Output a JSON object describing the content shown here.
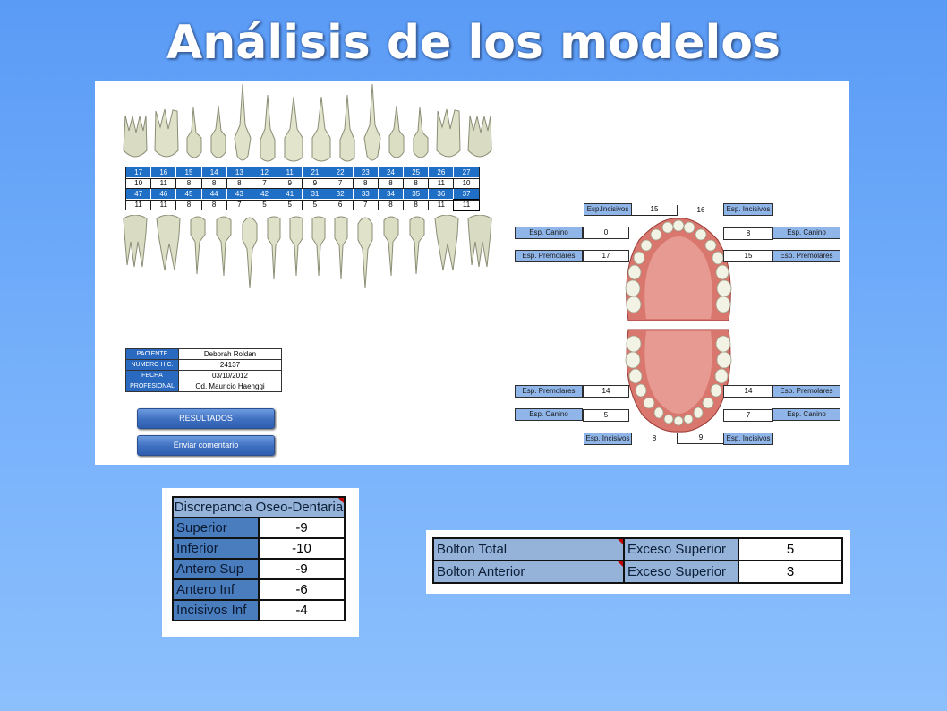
{
  "title": "Análisis de los modelos",
  "teeth_grid": {
    "upper_numbers": [
      "17",
      "16",
      "15",
      "14",
      "13",
      "12",
      "11",
      "21",
      "22",
      "23",
      "24",
      "25",
      "26",
      "27"
    ],
    "upper_widths": [
      "10",
      "11",
      "8",
      "8",
      "8",
      "7",
      "9",
      "9",
      "7",
      "8",
      "8",
      "8",
      "11",
      "10"
    ],
    "lower_numbers": [
      "47",
      "46",
      "45",
      "44",
      "43",
      "42",
      "41",
      "31",
      "32",
      "33",
      "34",
      "35",
      "36",
      "37"
    ],
    "lower_widths": [
      "11",
      "11",
      "8",
      "8",
      "7",
      "5",
      "5",
      "5",
      "6",
      "7",
      "8",
      "8",
      "11",
      "11"
    ]
  },
  "patient": {
    "rows": [
      {
        "key": "PACIENTE",
        "value": "Deborah Roldan"
      },
      {
        "key": "NUMERO H.C.",
        "value": "24137"
      },
      {
        "key": "FECHA",
        "value": "03/10/2012"
      },
      {
        "key": "PROFESIONAL",
        "value": "Od. Mauricio Haenggi"
      }
    ]
  },
  "buttons": {
    "resultados": "RESULTADOS",
    "enviar": "Enviar comentario"
  },
  "arch": {
    "upper": {
      "incisivos_label": "Esp.Incisivos",
      "incisivos_left": "15",
      "incisivos_right": "16",
      "incisivos_label_right": "Esp. Incisivos",
      "canino_label": "Esp. Canino",
      "canino_left": "0",
      "canino_right": "8",
      "premolares_label": "Esp. Premolares",
      "premolares_left": "17",
      "premolares_right": "15"
    },
    "lower": {
      "premolares_label": "Esp. Premolares",
      "premolares_left": "14",
      "premolares_right": "14",
      "canino_label": "Esp. Canino",
      "canino_left": "5",
      "canino_right": "7",
      "incisivos_label": "Esp. Incisivos",
      "incisivos_left": "8",
      "incisivos_right": "9"
    }
  },
  "discrepancia": {
    "header": "Discrepancia Oseo-Dentaria",
    "rows": [
      {
        "label": "Superior",
        "value": "-9"
      },
      {
        "label": "Inferior",
        "value": "-10"
      },
      {
        "label": "Antero Sup",
        "value": "-9"
      },
      {
        "label": "Antero Inf",
        "value": "-6"
      },
      {
        "label": "Incisivos Inf",
        "value": "-4"
      }
    ]
  },
  "bolton": {
    "rows": [
      {
        "label": "Bolton Total",
        "excess": "Exceso Superior",
        "value": "5"
      },
      {
        "label": "Bolton Anterior",
        "excess": "Exceso Superior",
        "value": "3"
      }
    ]
  },
  "colors": {
    "background": "#6aa6f8",
    "grid_blue": "#1f6fc6",
    "label_blue": "#90b5e8",
    "gum": "#d96a63"
  }
}
